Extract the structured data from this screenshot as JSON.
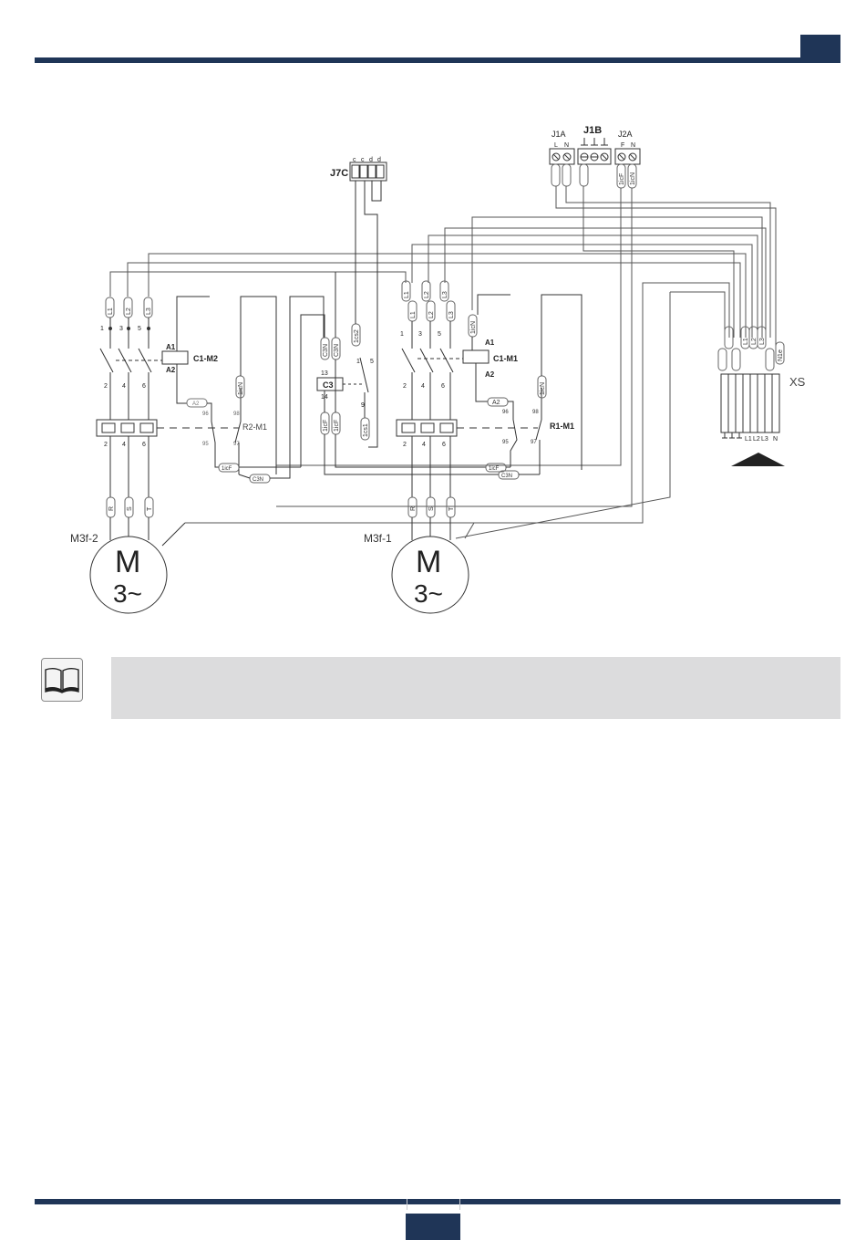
{
  "note": {
    "text": ""
  },
  "diagram": {
    "connectors": {
      "j7c": "J7C",
      "j7c_pins": [
        "c",
        "c",
        "d",
        "d"
      ],
      "j1a": "J1A",
      "j1a_pins": [
        "L",
        "N"
      ],
      "j1b": "J1B",
      "j2a": "J2A",
      "j2a_pins": [
        "F",
        "N"
      ]
    },
    "terminal_block": {
      "label": "XS",
      "terminals": [
        "L1",
        "L2",
        "L3",
        "N"
      ]
    },
    "motors": [
      {
        "id": "M3f-2",
        "symbol": "M",
        "phase": "3~"
      },
      {
        "id": "M3f-1",
        "symbol": "M",
        "phase": "3~"
      }
    ],
    "contactors": [
      {
        "coil": "C1-M2",
        "a1": "A1",
        "a2": "A2",
        "poles": [
          "1",
          "3",
          "5"
        ],
        "outs": [
          "2",
          "4",
          "6"
        ]
      },
      {
        "coil": "C1-M1",
        "a1": "A1",
        "a2": "A2",
        "poles": [
          "1",
          "3",
          "5"
        ],
        "outs": [
          "2",
          "4",
          "6"
        ]
      }
    ],
    "relays": [
      {
        "label": "R2-M1",
        "c95": "95",
        "c96": "96",
        "c97": "97",
        "c98": "98",
        "outs": [
          "2",
          "4",
          "6"
        ]
      },
      {
        "label": "R1-M1",
        "c95": "95",
        "c96": "96",
        "c97": "97",
        "c98": "98",
        "outs": [
          "2",
          "4",
          "6"
        ]
      }
    ],
    "c3": {
      "label": "C3",
      "c13": "13",
      "c14": "14",
      "p1": "1",
      "p5": "5",
      "p9": "9"
    },
    "wire_labels": {
      "l1": "L1",
      "l2": "L2",
      "l3": "L3",
      "r": "R",
      "s": "S",
      "t": "T",
      "a2": "A2",
      "c3n": "C3N",
      "c1cf": "1icF",
      "c1n": "1icN",
      "c1cn": "1icN",
      "c1s2": "1cs2",
      "c1c1": "1cs1",
      "c2cf": "1icF",
      "c2cn": "1icN",
      "n1e": "N1e"
    }
  }
}
